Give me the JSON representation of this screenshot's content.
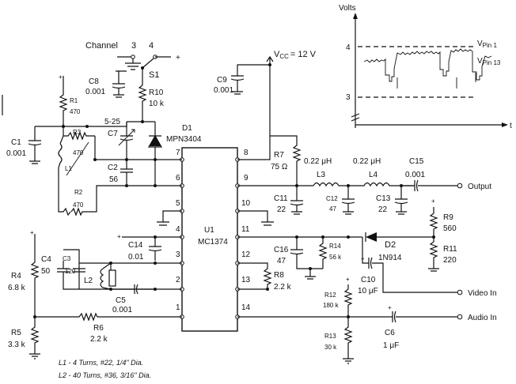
{
  "vcc_label": "V",
  "vcc_sub": "CC",
  "vcc_value": "= 12 V",
  "channel": {
    "label": "Channel",
    "ch3": "3",
    "ch4": "4",
    "plus": "+"
  },
  "switch": {
    "name": "S1"
  },
  "ic": {
    "name": "U1",
    "part": "MC1374",
    "pins_left": [
      "7",
      "6",
      "5",
      "4",
      "3",
      "2",
      "1"
    ],
    "pins_right": [
      "8",
      "9",
      "10",
      "11",
      "12",
      "13",
      "14"
    ]
  },
  "diode_d1": {
    "name": "D1",
    "part": "MPN3404"
  },
  "diode_d2": {
    "name": "D2",
    "part": "1N914"
  },
  "components": {
    "r1": {
      "name": "R1",
      "value": "470"
    },
    "r2": {
      "name": "R2",
      "value": "470"
    },
    "r3": {
      "name": "R3",
      "value": "470"
    },
    "r4": {
      "name": "R4",
      "value": "6.8 k"
    },
    "r5": {
      "name": "R5",
      "value": "3.3 k"
    },
    "r6": {
      "name": "R6",
      "value": "2.2 k"
    },
    "r7": {
      "name": "R7",
      "value": "75 Ω"
    },
    "r8": {
      "name": "R8",
      "value": "2.2 k"
    },
    "r9": {
      "name": "R9",
      "value": "560"
    },
    "r10": {
      "name": "R10",
      "value": "10 k"
    },
    "r11": {
      "name": "R11",
      "value": "220"
    },
    "r12": {
      "name": "R12",
      "value": "180 k"
    },
    "r13": {
      "name": "R13",
      "value": "30 k"
    },
    "r14": {
      "name": "R14",
      "value": "56 k"
    },
    "c1": {
      "name": "C1",
      "value": "0.001"
    },
    "c2": {
      "name": "C2",
      "value": "56"
    },
    "c3": {
      "name": "C3",
      "value": "120"
    },
    "c4": {
      "name": "C4",
      "value": "50"
    },
    "c5": {
      "name": "C5",
      "value": "0.001"
    },
    "c6": {
      "name": "C6",
      "value": "1 μF"
    },
    "c7": {
      "name": "C7",
      "value": "5-25"
    },
    "c8": {
      "name": "C8",
      "value": "0.001"
    },
    "c9": {
      "name": "C9",
      "value": "0.001"
    },
    "c10": {
      "name": "C10",
      "value": "10 μF"
    },
    "c11": {
      "name": "C11",
      "value": "22"
    },
    "c12": {
      "name": "C12",
      "value": "47"
    },
    "c13": {
      "name": "C13",
      "value": "22"
    },
    "c14": {
      "name": "C14",
      "value": "0.01"
    },
    "c15": {
      "name": "C15",
      "value": "0.001"
    },
    "c16": {
      "name": "C16",
      "value": "47"
    },
    "l1": {
      "name": "L1"
    },
    "l2": {
      "name": "L2"
    },
    "l3": {
      "name": "L3",
      "value": "0.22 μH"
    },
    "l4": {
      "name": "L4",
      "value": "0.22 μH"
    }
  },
  "terminals": {
    "output": "Output",
    "video_in": "Video In",
    "audio_in": "Audio In"
  },
  "notes": {
    "l1": "L1 - 4 Turns, #22, 1/4\" Dia.",
    "l2": "L2 - 40 Turns, #36, 3/16\" Dia."
  },
  "waveform": {
    "axis_label": "Volts",
    "x_end_label": "t",
    "ticks": [
      "4",
      "3"
    ],
    "pin1_label": "V",
    "pin1_sub": "Pin 1",
    "pin13_label": "V",
    "pin13_sub": "Pin 13"
  }
}
